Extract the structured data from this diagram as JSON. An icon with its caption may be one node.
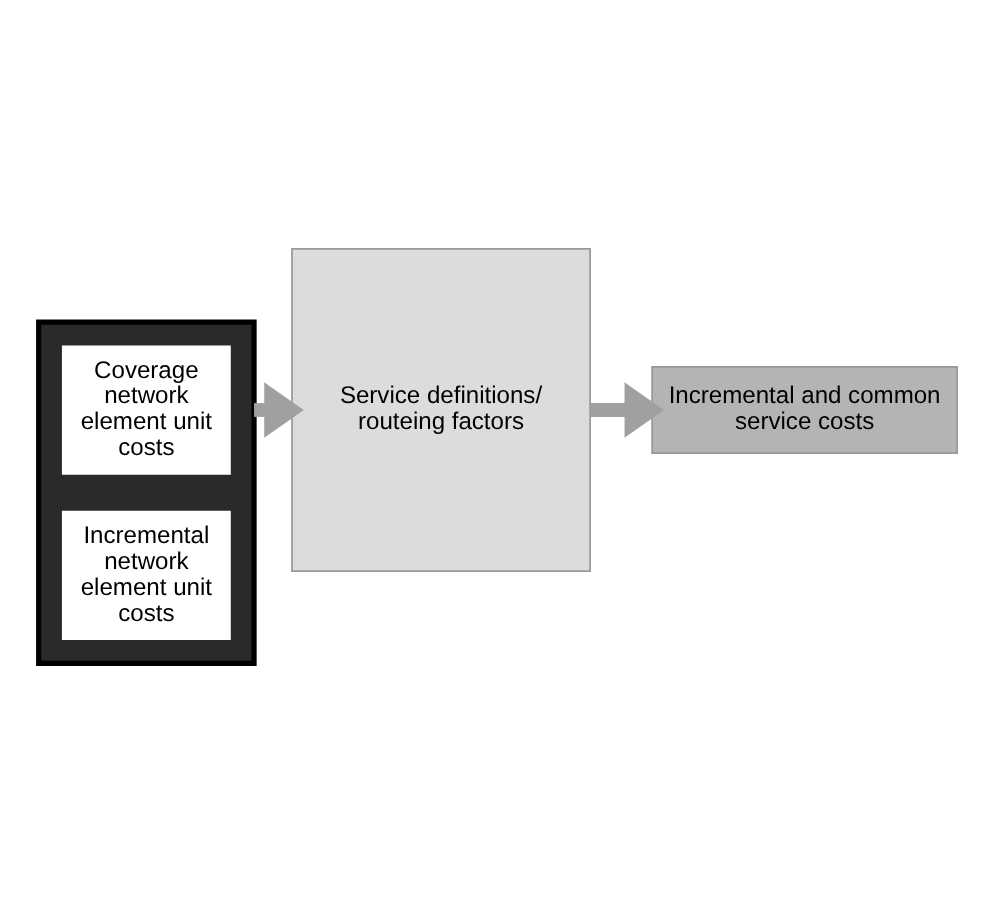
{
  "diagram": {
    "nodes": [
      {
        "text": [],
        "shape": "box"
      },
      {
        "text": [
          "Coverage network element unit costs"
        ],
        "in": 0
      },
      {
        "text": [
          "Incremental network element unit costs"
        ],
        "in": 0
      },
      {
        "text": [
          "Service definitions/ routeing factors"
        ]
      },
      {
        "text": [
          "Incremental and common service costs"
        ]
      }
    ],
    "edges": [
      {
        "from": 0,
        "to": 3,
        "arrow": "to"
      },
      {
        "from": 3,
        "to": 4,
        "arrow": "to"
      }
    ]
  }
}
